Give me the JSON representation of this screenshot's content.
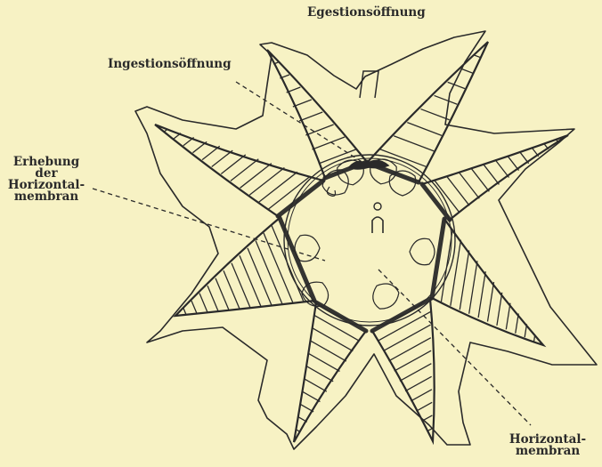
{
  "labels": {
    "egestion": "Egestionsöffnung",
    "ingestion": "Ingestionsöffnung",
    "erhebung": [
      "Erhebung",
      "der",
      "Horizontal-",
      "membran"
    ],
    "horizontal": [
      "Horizontal-",
      "membran"
    ]
  },
  "colors": {
    "background": "#f7f2c4",
    "ink": "#2a2a2a"
  }
}
